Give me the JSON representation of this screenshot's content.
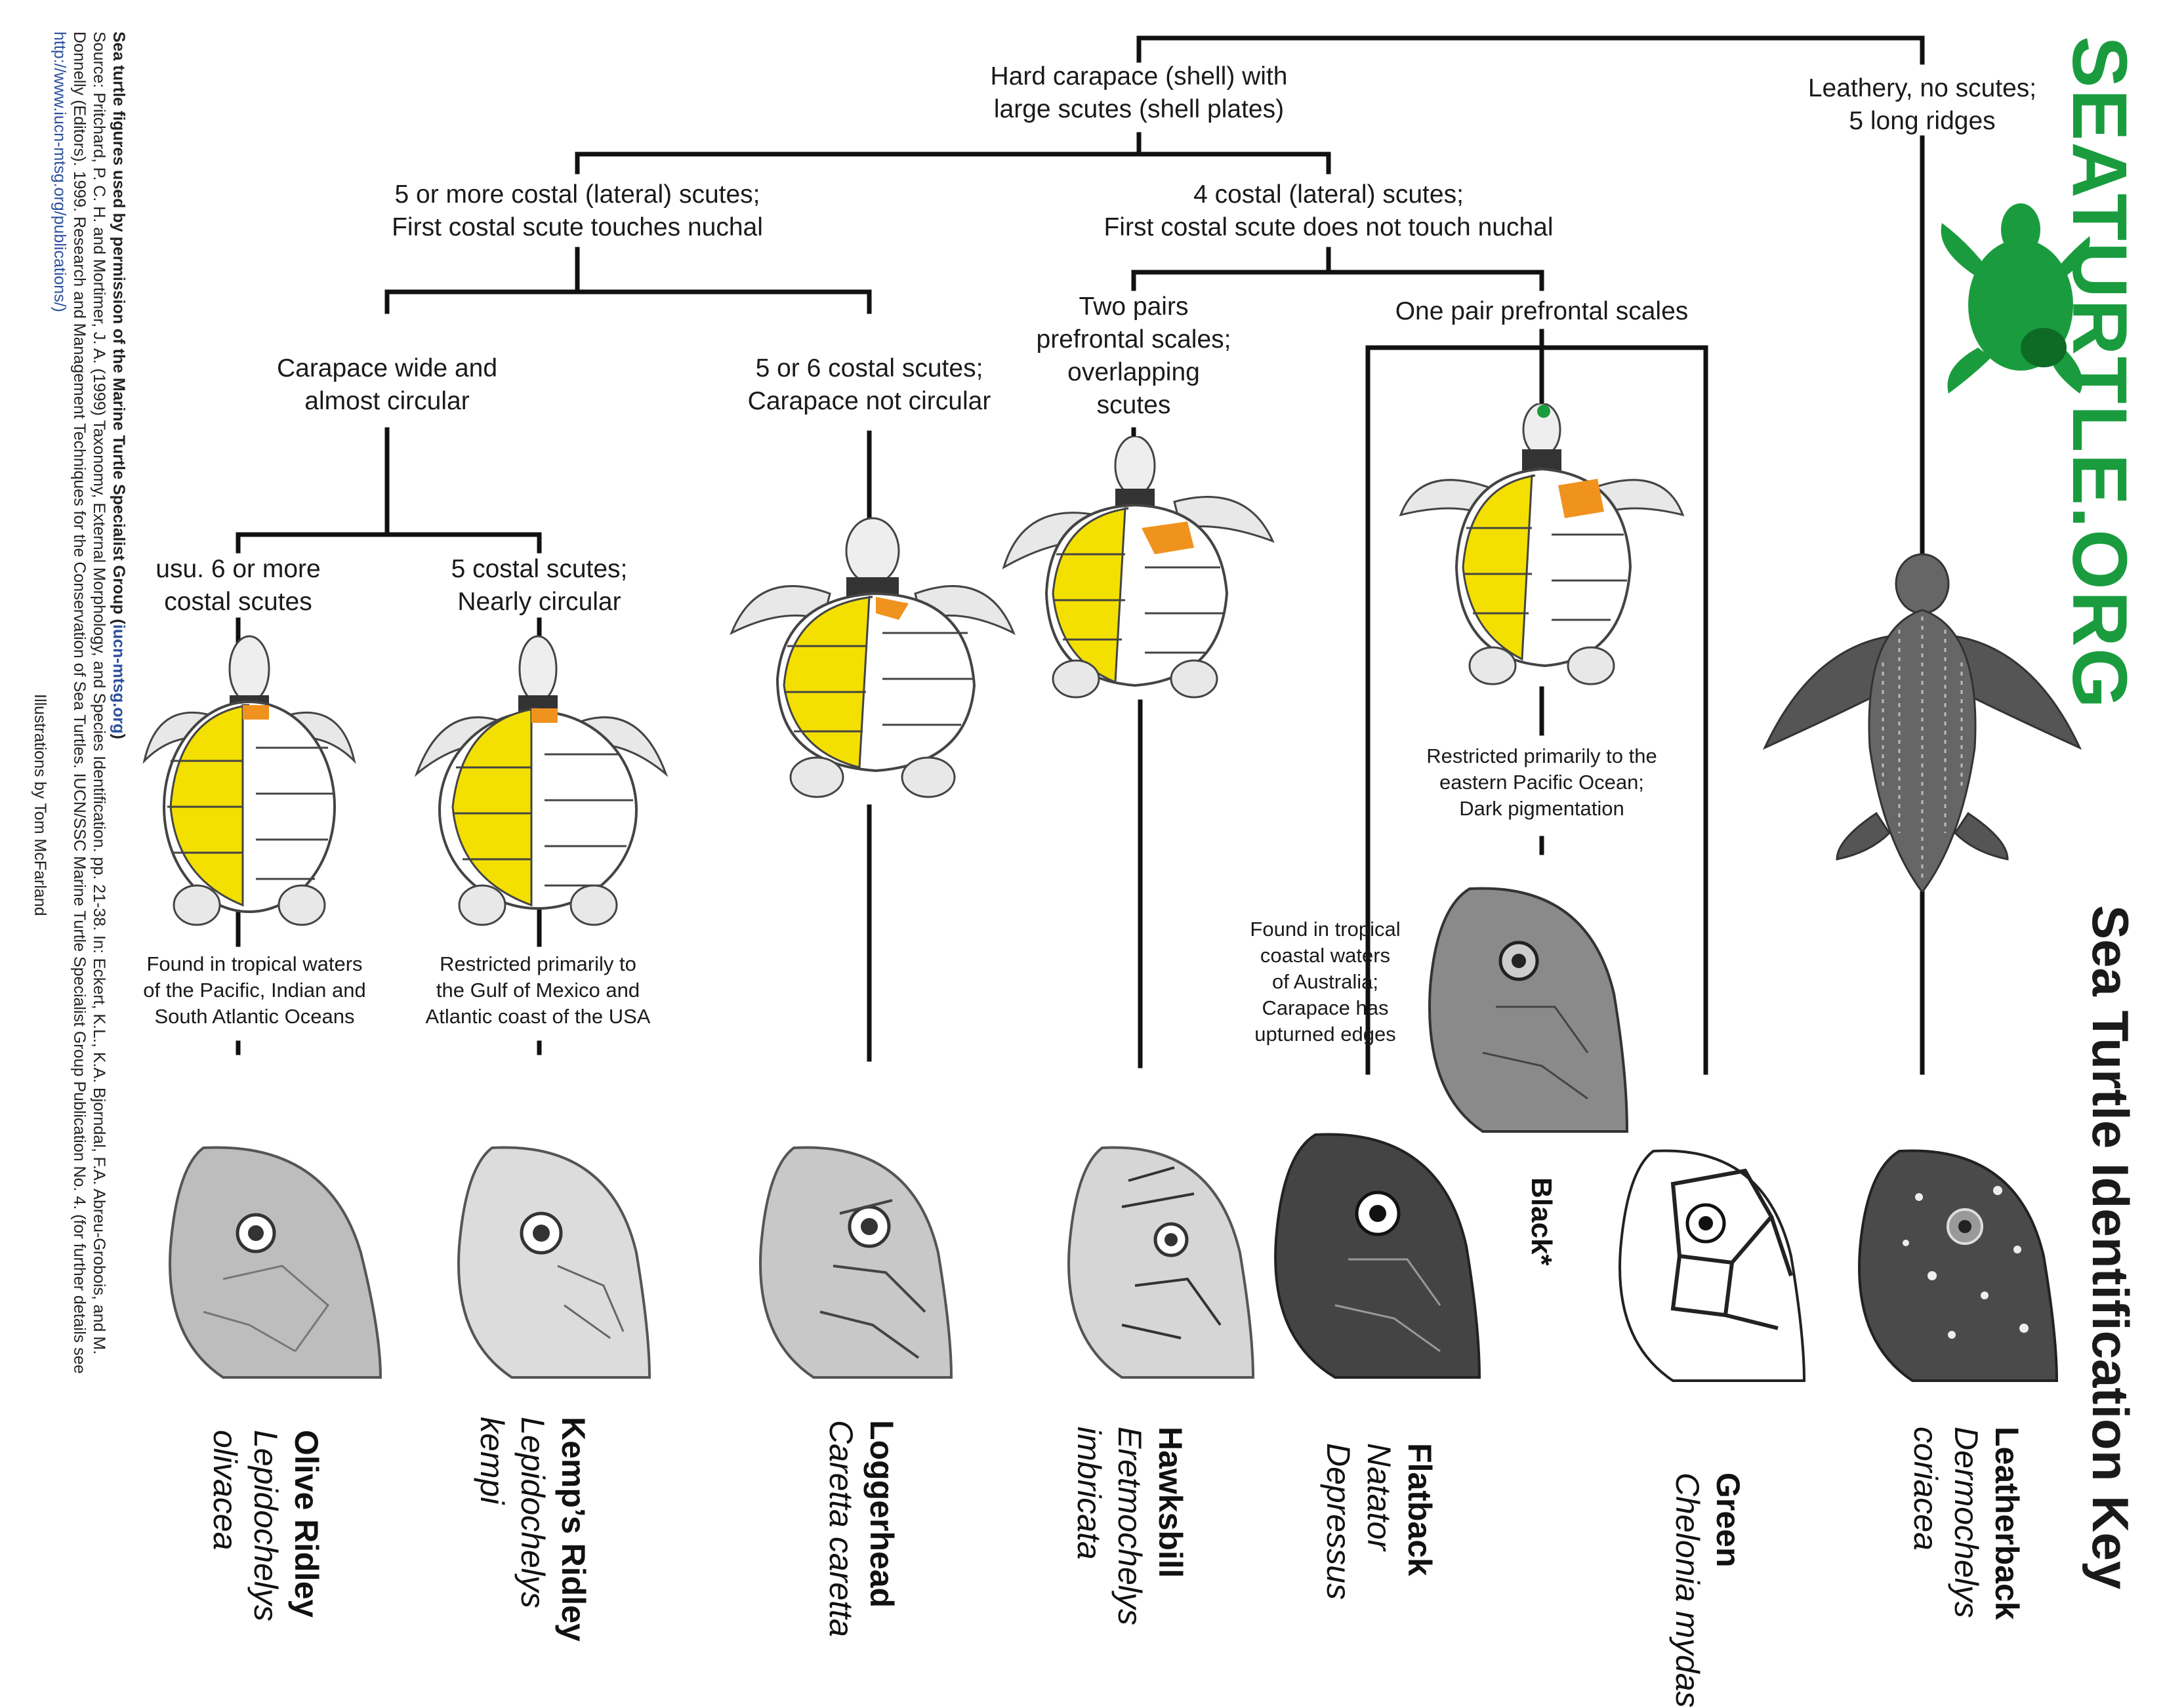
{
  "title": "Sea Turtle Identification Key",
  "logo": {
    "text": "SEATURTLE.ORG",
    "icon": "turtle-logo-icon",
    "color": "#1a9c3e"
  },
  "nodes": {
    "hard": "Hard carapace (shell) with\nlarge scutes (shell plates)",
    "leathery": "Leathery, no scutes;\n5 long ridges",
    "five_more": "5 or more costal (lateral) scutes;\nFirst costal scute touches nuchal",
    "four": "4 costal (lateral) scutes;\nFirst costal scute does not touch nuchal",
    "wide": "Carapace wide and\nalmost circular",
    "five_six": "5 or 6 costal scutes;\nCarapace not circular",
    "two_pairs": "Two pairs\nprefrontal scales;\noverlapping\nscutes",
    "one_pair": "One pair prefrontal scales",
    "usu6": "usu. 6 or more\ncostal scutes",
    "five_costal": "5 costal scutes;\nNearly circular"
  },
  "notes": {
    "olive": "Found in tropical waters\nof the Pacific, Indian and\nSouth Atlantic Oceans",
    "kemps": "Restricted primarily to\nthe Gulf of Mexico and\nAtlantic coast of the USA",
    "flatback": "Found in tropical\ncoastal waters\nof Australia;\nCarapace has\nupturned edges",
    "black": "Restricted primarily to the\neastern Pacific Ocean;\nDark pigmentation"
  },
  "black_label": "Black*",
  "species": [
    {
      "common": "Olive Ridley",
      "scientific_1": "Lepidochelys",
      "scientific_2": "olivacea"
    },
    {
      "common": "Kemp’s Ridley",
      "scientific_1": "Lepidochelys",
      "scientific_2": "kempi"
    },
    {
      "common": "Loggerhead",
      "scientific_1": "Caretta caretta",
      "scientific_2": ""
    },
    {
      "common": "Hawksbill",
      "scientific_1": "Eretmochelys",
      "scientific_2": "imbricata"
    },
    {
      "common": "Flatback",
      "scientific_1": "Natator",
      "scientific_2": "Depressus"
    },
    {
      "common": "Green",
      "scientific_1": "Chelonia mydas",
      "scientific_2": ""
    },
    {
      "common": "Leatherback",
      "scientific_1": "Dermochelys",
      "scientific_2": "coriacea"
    }
  ],
  "credits": {
    "line1_bold": "Sea turtle figures used by permission of the Marine Turtle Specialist Group (",
    "line1_link": "iucn-mtsg.org",
    "line1_end": ")",
    "line2": "Source: Pritchard, P. C. H. and Mortimer, J. A. (1999) Taxonomy, External Morphology, and Species Identification. pp. 21-38. In: Eckert, K.L., K.A. Bjorndal, F.A. Abreu-Grobois, and M.",
    "line3": "Donnelly (Editors). 1999. Research and Management Techniques for the Conservation of Sea Turtles. IUCN/SSC Marine Turtle Specialist Group Publication No. 4. (for further details see",
    "line4_link": "http://www.iucn-mtsg.org/publications/)",
    "line5": "Illustrations by Tom McFarland"
  },
  "colors": {
    "costal_highlight": "#f4e000",
    "nuchal_highlight": "#f0921e",
    "line": "#111111"
  }
}
